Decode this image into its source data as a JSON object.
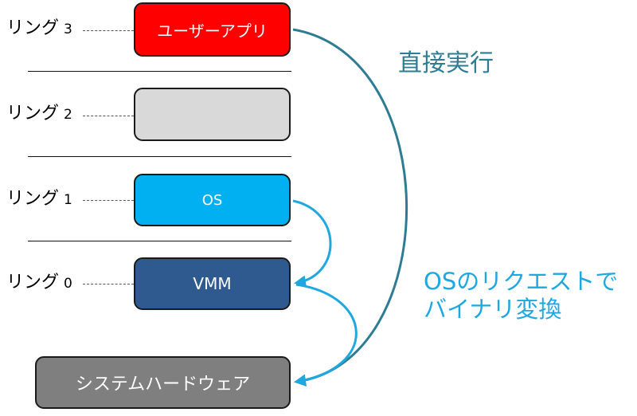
{
  "rings": [
    {
      "prefix": "リング",
      "num": "3"
    },
    {
      "prefix": "リング",
      "num": "2"
    },
    {
      "prefix": "リング",
      "num": "1"
    },
    {
      "prefix": "リング",
      "num": "0"
    }
  ],
  "boxes": {
    "user_app": "ユーザーアプリ",
    "ring2": "",
    "os": "OS",
    "vmm": "VMM",
    "hardware": "システムハードウェア"
  },
  "notes": {
    "direct_exec": "直接実行",
    "binary_line1": "OSのリクエストで",
    "binary_line2": "バイナリ変換"
  },
  "colors": {
    "user_app": "#ff0000",
    "ring2": "#d9d9d9",
    "os": "#00b0f0",
    "vmm": "#2f5a8f",
    "hardware": "#7f7f7f",
    "direct_arrow": "#2e7c93",
    "binary_arrow": "#1ea7e0"
  }
}
